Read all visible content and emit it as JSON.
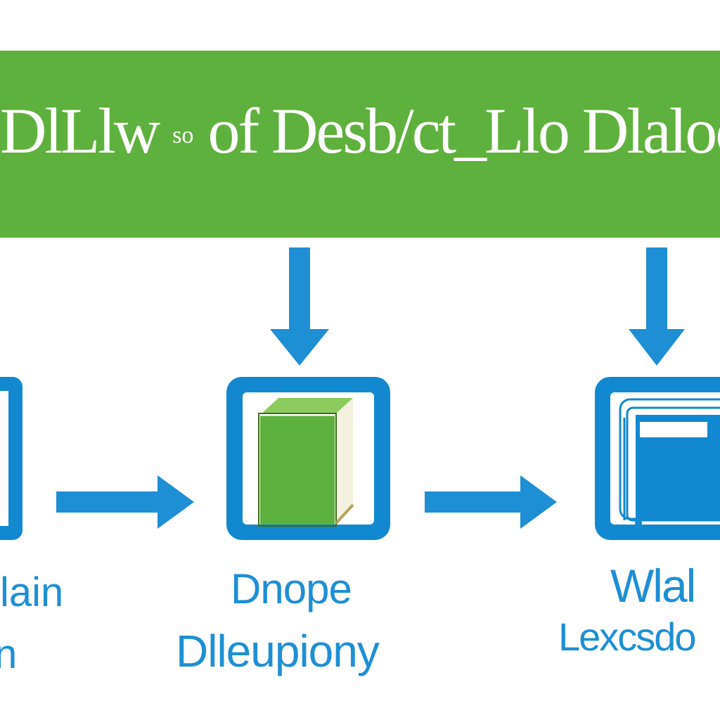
{
  "banner": {
    "title_a": "DlLlw",
    "title_small": "so",
    "title_b": "of Desb/ct_Llo Dlalootion"
  },
  "nodes": [
    {
      "line1": "lain",
      "line2": "n"
    },
    {
      "line1": "Dnope",
      "line2": "Dlleupiony"
    },
    {
      "line1": "Wlal",
      "line2": "Lexcsdo"
    }
  ],
  "colors": {
    "banner": "#5fb13d",
    "arrow": "#1e8fd4",
    "box": "#1288d0",
    "book": "#5fb13d",
    "text": "#1e8fd4"
  },
  "icons": [
    "document-icon",
    "book-icon",
    "binder-icon"
  ]
}
